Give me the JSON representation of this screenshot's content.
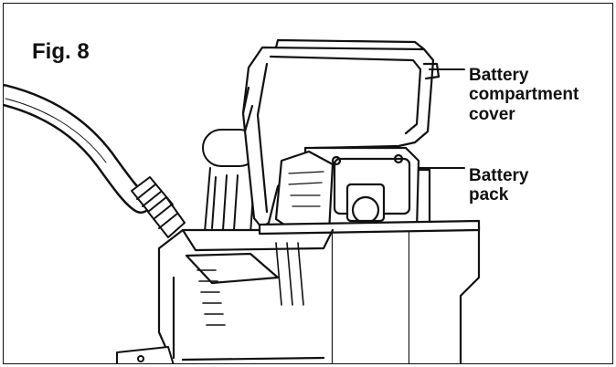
{
  "figure": {
    "title": "Fig. 8"
  },
  "callouts": {
    "cover": {
      "lines": [
        "Battery",
        "compartment",
        "cover"
      ]
    },
    "pack": {
      "lines": [
        "Battery",
        "pack"
      ]
    }
  },
  "colors": {
    "ink": "#111111",
    "paper": "#ffffff"
  }
}
